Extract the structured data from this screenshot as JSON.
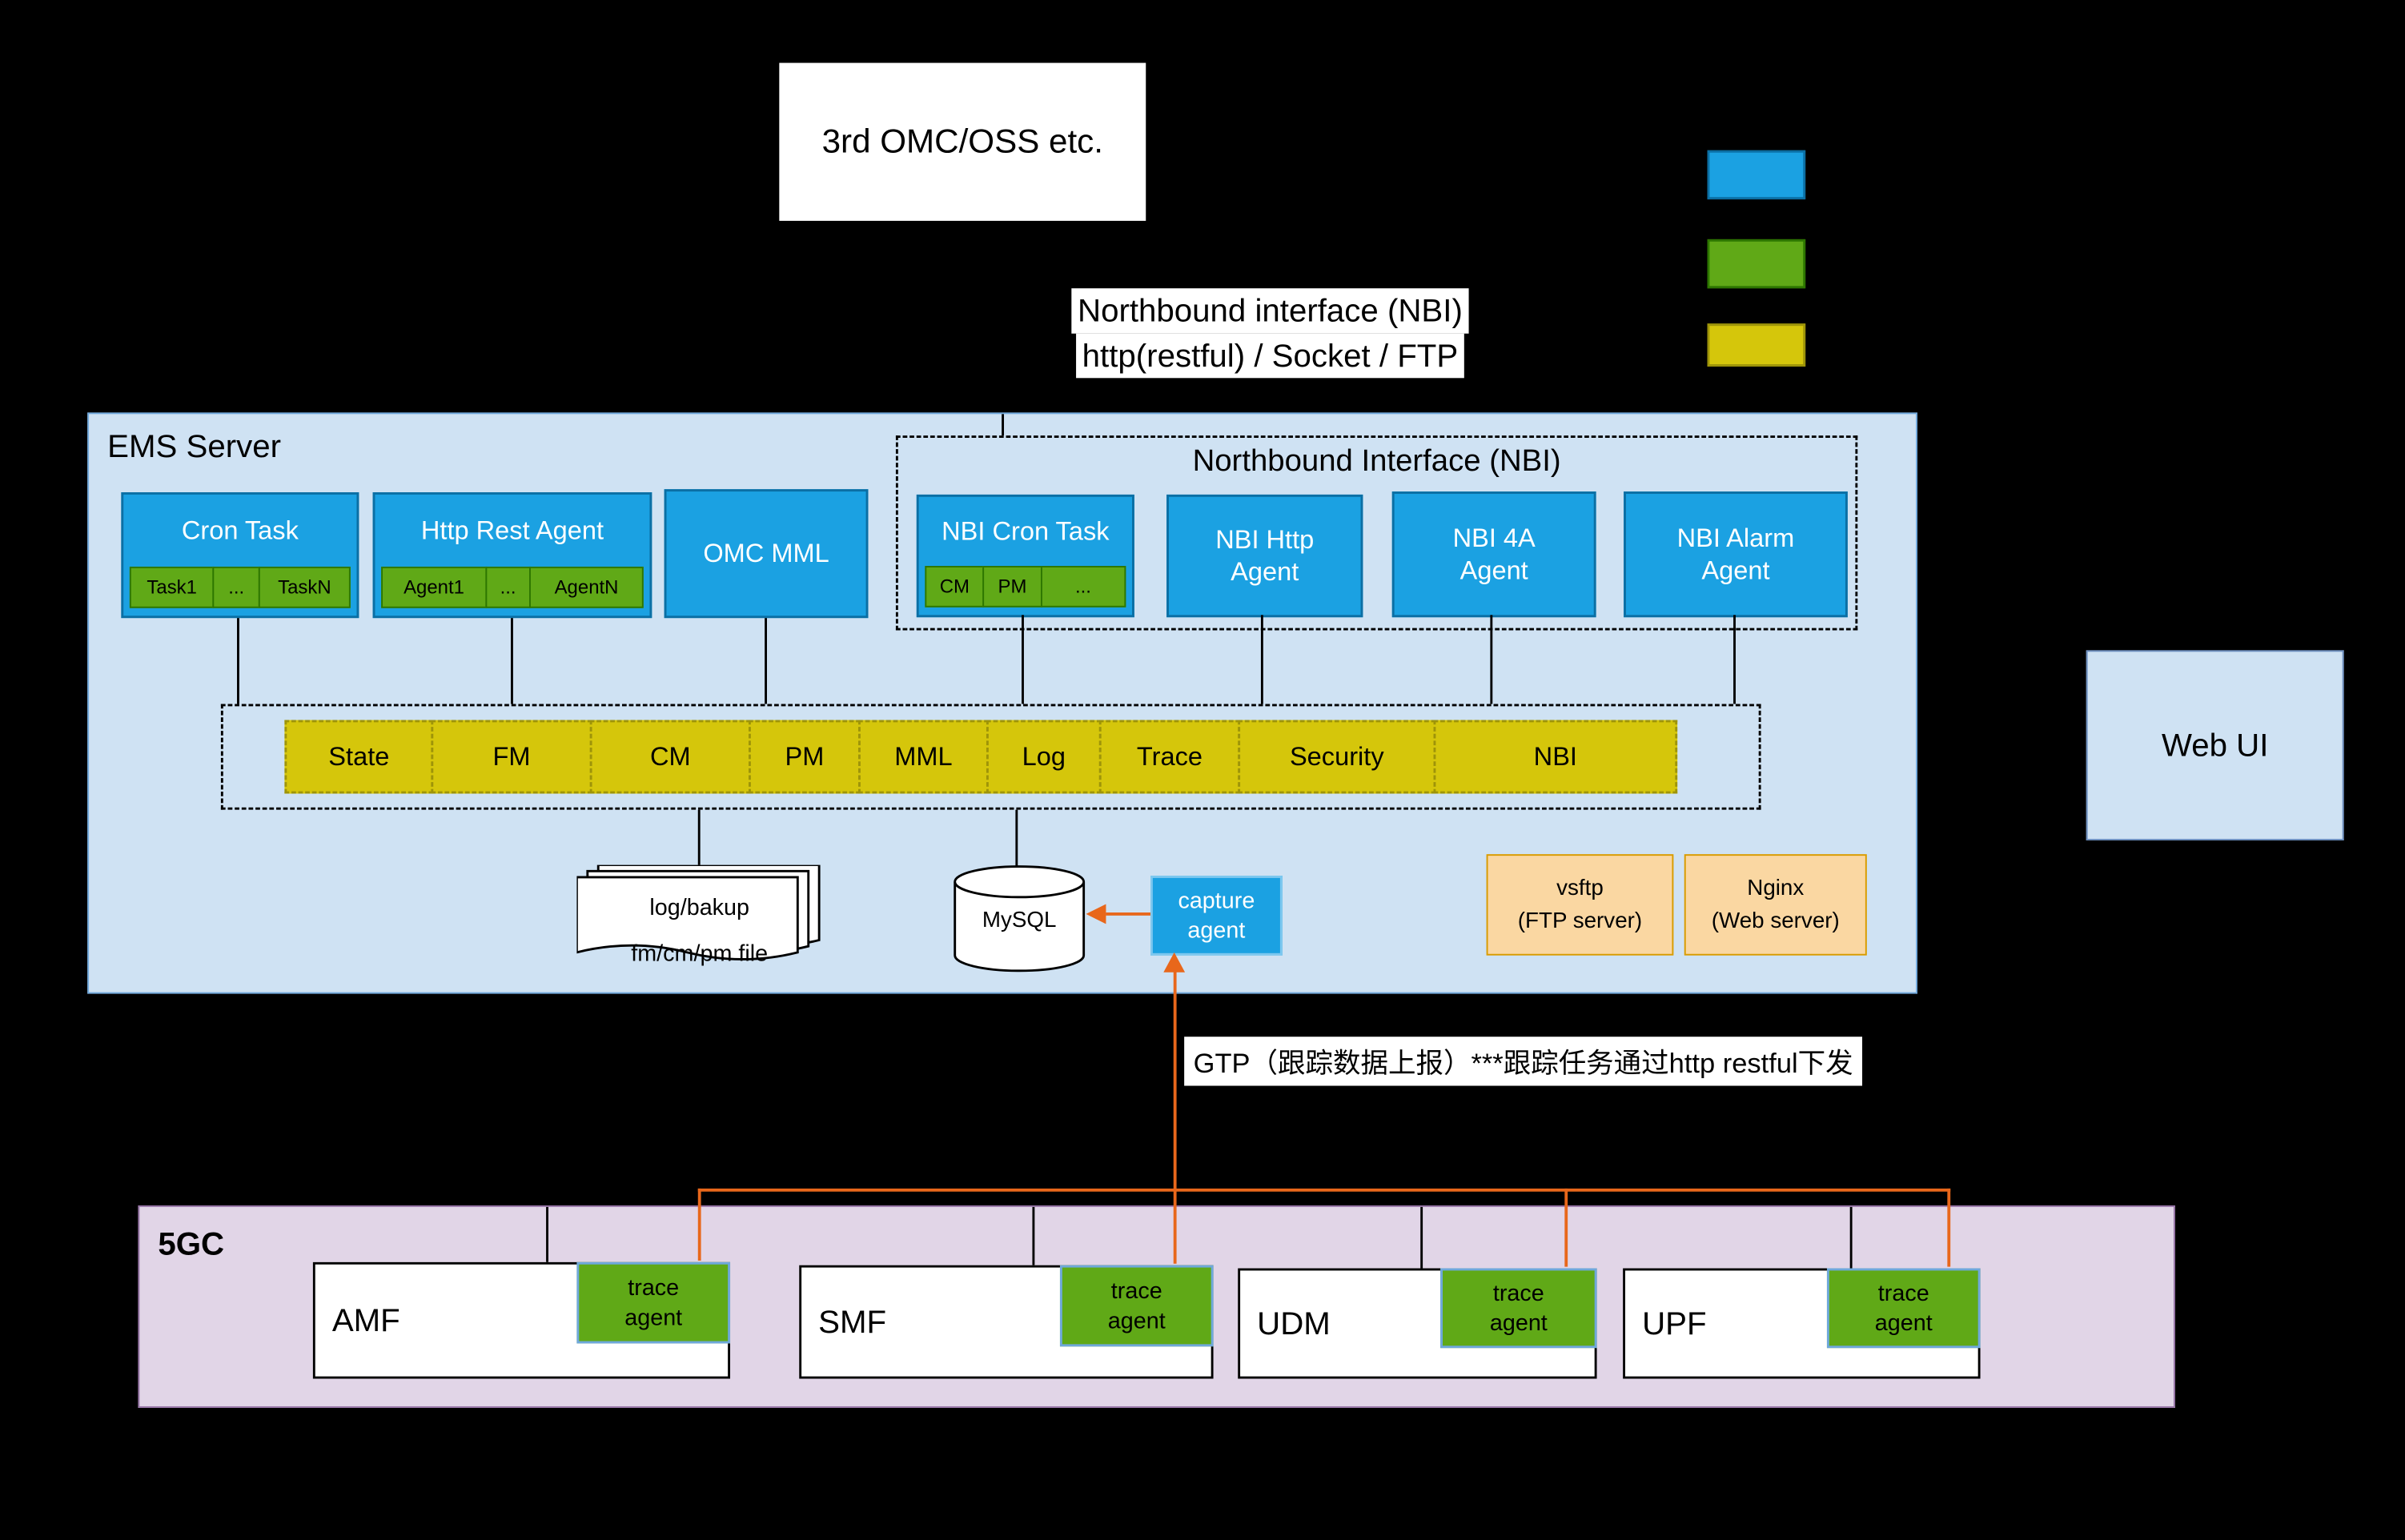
{
  "colors": {
    "blue": "#1ba1e2",
    "green": "#60a917",
    "yellow": "#d5c60b",
    "orange_arrow": "#e8671b",
    "peach": "#fad7a2",
    "ems_bg": "#cfe2f3",
    "fivegc_bg": "#e1d5e7",
    "web_ui_bg": "#cfe2f3"
  },
  "top": {
    "omc_title": "3rd OMC/OSS etc.",
    "nbi_caption_line1": "Northbound interface (NBI)",
    "nbi_caption_line2": "http(restful) / Socket / FTP"
  },
  "legend": {
    "swatches": [
      "blue",
      "green",
      "yellow"
    ]
  },
  "ems": {
    "title": "EMS Server",
    "cron_task": {
      "title": "Cron Task",
      "chips": [
        "Task1",
        "...",
        "TaskN"
      ]
    },
    "http_rest_agent": {
      "title": "Http Rest Agent",
      "chips": [
        "Agent1",
        "...",
        "AgentN"
      ]
    },
    "omc_mml_label": "OMC MML",
    "nbi_group": {
      "title": "Northbound Interface (NBI)",
      "nbi_cron_task": {
        "title": "NBI Cron Task",
        "chips": [
          "CM",
          "PM",
          "..."
        ]
      },
      "nbi_http_agent_label": "NBI Http\nAgent",
      "nbi_4a_agent_label": "NBI 4A\nAgent",
      "nbi_alarm_agent_label": "NBI Alarm\nAgent"
    },
    "modules": [
      "State",
      "FM",
      "CM",
      "PM",
      "MML",
      "Log",
      "Trace",
      "Security",
      "NBI"
    ],
    "log_file_label": "log/bakup\nfm/cm/pm file",
    "mysql_label": "MySQL",
    "capture_agent_label": "capture\nagent",
    "vsftp_label": "vsftp\n(FTP server)",
    "nginx_label": "Nginx\n(Web server)"
  },
  "web_ui_label": "Web UI",
  "gtp_label": "GTP（跟踪数据上报）***跟踪任务通过http restful下发",
  "fivegc": {
    "title": "5GC",
    "nodes": [
      {
        "label": "AMF",
        "agent": "trace\nagent"
      },
      {
        "label": "SMF",
        "agent": "trace\nagent"
      },
      {
        "label": "UDM",
        "agent": "trace\nagent"
      },
      {
        "label": "UPF",
        "agent": "trace\nagent"
      }
    ]
  }
}
